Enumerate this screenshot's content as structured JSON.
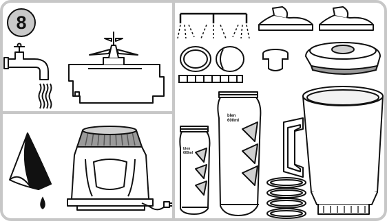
{
  "step_badge": {
    "number": "8"
  },
  "bottle_small": {
    "brand_line1": "blen",
    "brand_line2": "600ml"
  },
  "bottle_large": {
    "brand_line1": "blen",
    "brand_line2": "600ml"
  },
  "colors": {
    "panel_border": "#c7c7c7",
    "badge_fill": "#c9c9c9",
    "ink": "#111111",
    "accent_fill": "#9a9a9a"
  }
}
